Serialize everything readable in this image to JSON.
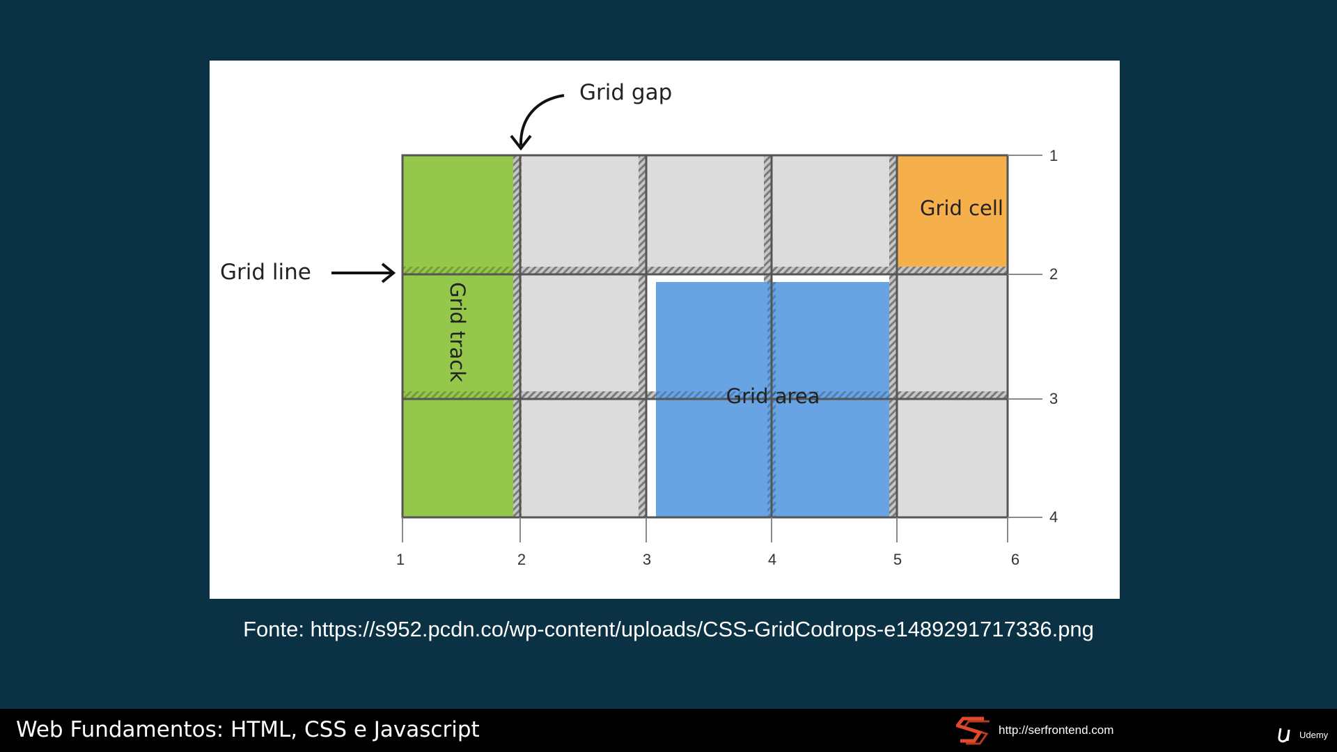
{
  "diagram": {
    "labels": {
      "grid_gap": "Grid gap",
      "grid_line": "Grid line",
      "grid_track": "Grid track",
      "grid_cell": "Grid cell",
      "grid_area": "Grid area"
    },
    "column_lines": [
      "1",
      "2",
      "3",
      "4",
      "5",
      "6"
    ],
    "row_lines": [
      "1",
      "2",
      "3",
      "4"
    ],
    "colors": {
      "track": "#95c84a",
      "cell": "#f5af4b",
      "area": "#68a4e4",
      "empty_cell": "#dcdcdc",
      "line": "#555555"
    }
  },
  "caption": {
    "source": "Fonte: https://s952.pcdn.co/wp-content/uploads/CSS-GridCodrops-e1489291717336.png"
  },
  "footer": {
    "course_title": "Web Fundamentos: HTML, CSS e Javascript",
    "brand_url": "http://serfrontend.com",
    "platform": "Udemy",
    "logo_icon": "serfrontend-s-icon",
    "platform_icon": "udemy-u-icon"
  }
}
